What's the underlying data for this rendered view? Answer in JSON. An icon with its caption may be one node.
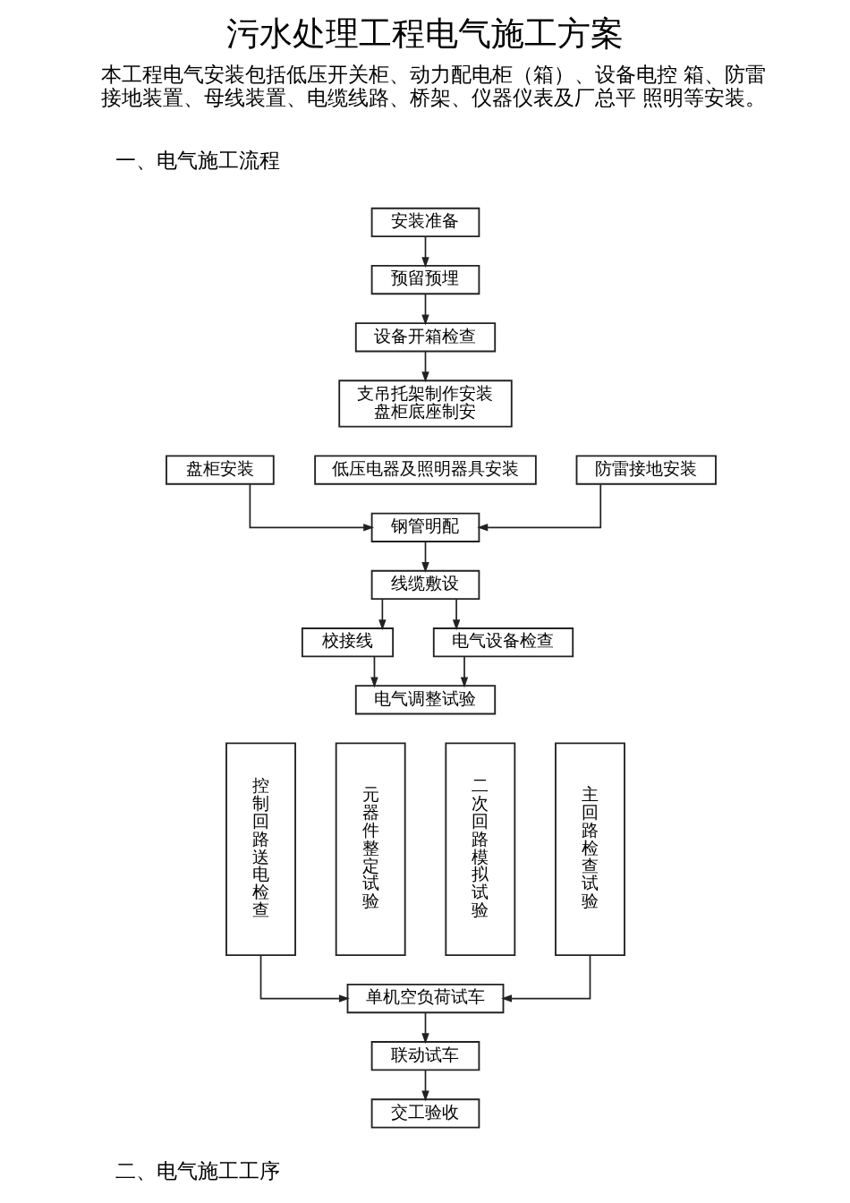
{
  "diagram": {
    "title": "污水处理工程电气施工方案",
    "nodes": [
      {
        "text": [
          "安装准备"
        ]
      },
      {
        "text": [
          "预留预埋"
        ]
      },
      {
        "text": [
          "设备开箱检查"
        ]
      },
      {
        "text": [
          "支吊托架制作安装",
          "盘柜底座制安"
        ]
      },
      {
        "text": [
          "盘柜安装"
        ]
      },
      {
        "text": [
          "低压电器及照明器具安装"
        ]
      },
      {
        "text": [
          "防雷接地安装"
        ]
      },
      {
        "text": [
          "钢管明配"
        ]
      },
      {
        "text": [
          "线缆敷设"
        ]
      },
      {
        "text": [
          "校接线"
        ]
      },
      {
        "text": [
          "电气设备检查"
        ]
      },
      {
        "text": [
          "电气调整试验"
        ]
      },
      {
        "text": [
          "控制回路送电检查"
        ]
      },
      {
        "text": [
          "元器件整定试验"
        ]
      },
      {
        "text": [
          "二次回路模拟试验"
        ]
      },
      {
        "text": [
          "主回路检查试验"
        ]
      },
      {
        "text": [
          "单机空负荷试车"
        ]
      },
      {
        "text": [
          "联动试车"
        ]
      },
      {
        "text": [
          "交工验收"
        ]
      }
    ],
    "edges": [
      {
        "from": 0,
        "to": 1,
        "arrow": "to"
      },
      {
        "from": 1,
        "to": 2,
        "arrow": "to"
      },
      {
        "from": 2,
        "to": 3,
        "arrow": "to"
      },
      {
        "from": 4,
        "to": 7,
        "arrow": "to"
      },
      {
        "from": 6,
        "to": 7,
        "arrow": "to"
      },
      {
        "from": 7,
        "to": 8,
        "arrow": "to"
      },
      {
        "from": 8,
        "to": 9,
        "arrow": "to"
      },
      {
        "from": 8,
        "to": 10,
        "arrow": "to"
      },
      {
        "from": 9,
        "to": 11,
        "arrow": "to"
      },
      {
        "from": 10,
        "to": 11,
        "arrow": "to"
      },
      {
        "from": 12,
        "to": 16,
        "arrow": "to"
      },
      {
        "from": 15,
        "to": 16,
        "arrow": "to"
      },
      {
        "from": 16,
        "to": 17,
        "arrow": "to"
      },
      {
        "from": 17,
        "to": 18,
        "arrow": "to"
      }
    ],
    "labels": [
      "本工程电气安装包括低压开关柜、动力配电柜（箱）、设备电控 箱、防雷接地装置、母线装置、电缆线路、桥架、仪器仪表及厂总平 照明等安装。",
      "一、电气施工流程",
      "二、电气施工工序"
    ]
  }
}
